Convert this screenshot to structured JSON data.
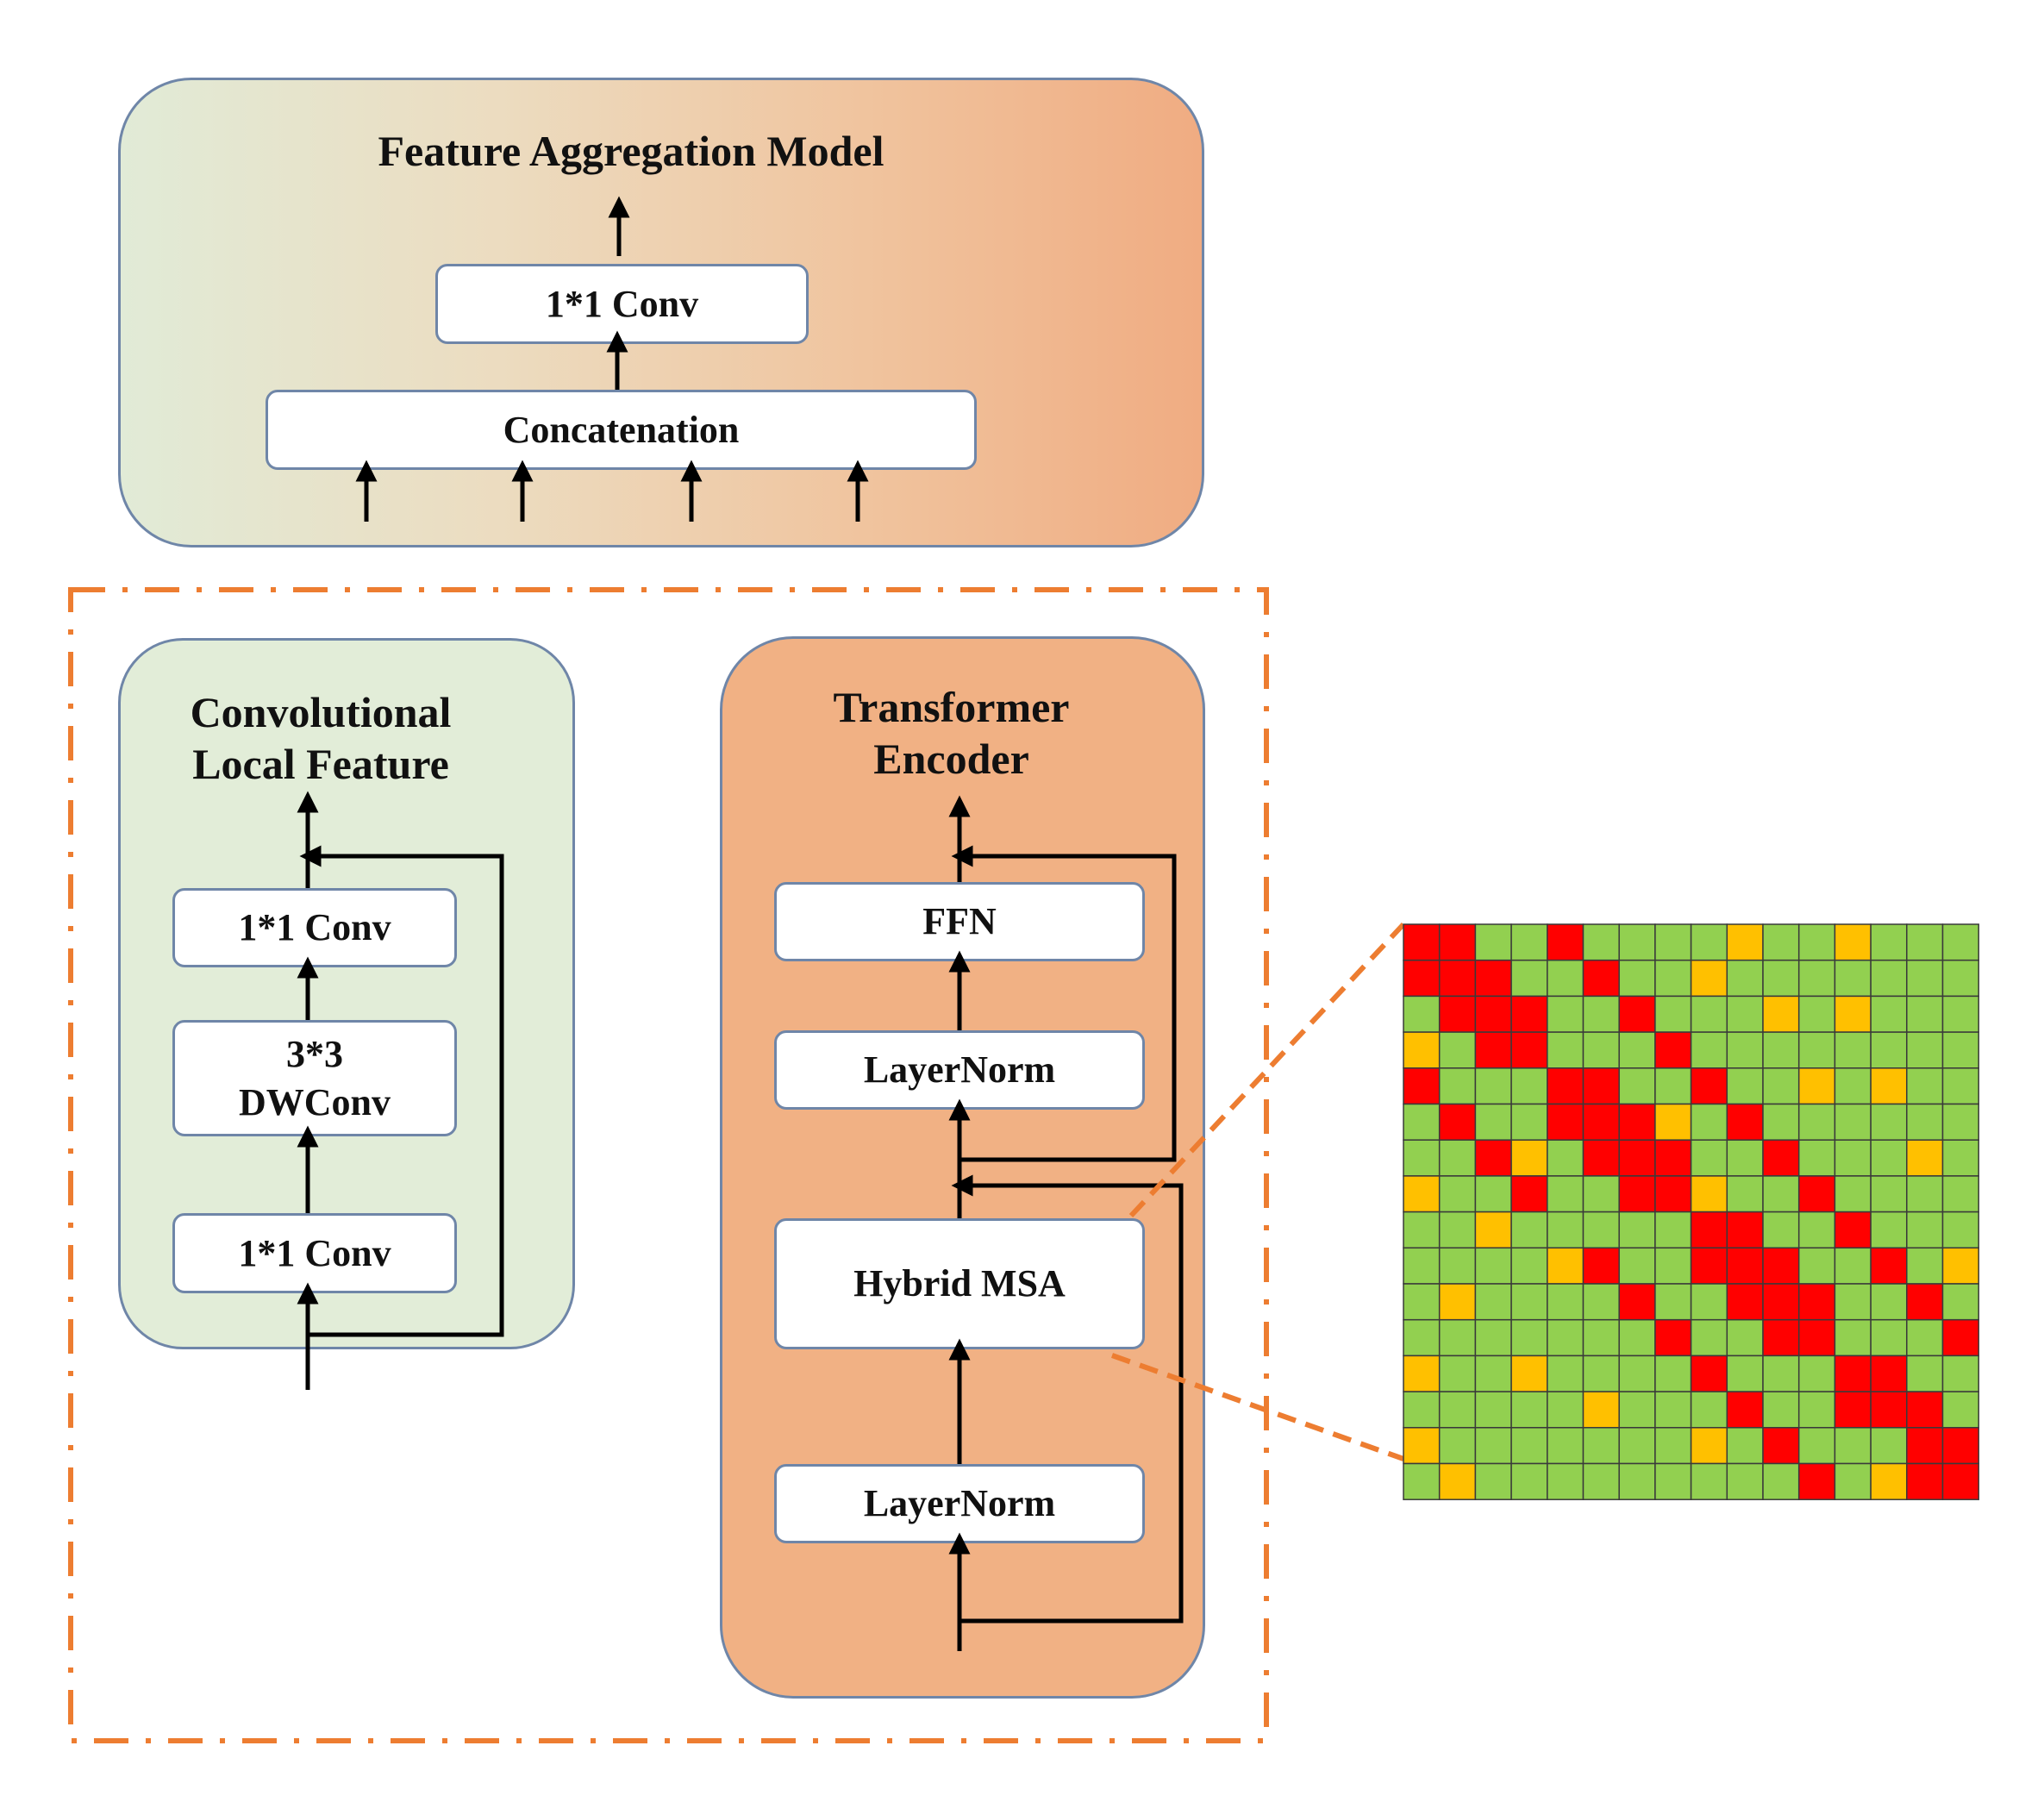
{
  "aggregation": {
    "title": "Feature Aggregation Model",
    "conv_label": "1*1 Conv",
    "concat_label": "Concatenation"
  },
  "conv_branch": {
    "title_line1": "Convolutional",
    "title_line2": "Local Feature",
    "top_conv_label": "1*1 Conv",
    "dwconv_line1": "3*3",
    "dwconv_line2": "DWConv",
    "bottom_conv_label": "1*1 Conv"
  },
  "transformer": {
    "title_line1": "Transformer",
    "title_line2": "Encoder",
    "ffn_label": "FFN",
    "norm_top_label": "LayerNorm",
    "msa_label": "Hybrid MSA",
    "norm_bottom_label": "LayerNorm"
  },
  "attention_grid": {
    "size": 16,
    "colors": {
      "empty": "#92d050",
      "diagonal": "#ff0000",
      "random": "#ffc000",
      "grid_line": "#3a3a3a"
    },
    "rows": [
      "RRGGRGGGGYGGYGGG",
      "RRRGGRGGYGGGGGGG",
      "GRRRGGRGGGYGYGGG",
      "YGRRGGGRGGGGGGGG",
      "RGGGRRGGRGGYGYGG",
      "GRGGRRRYGRGGGGGG",
      "GGRYGRRRGGRGGGYG",
      "YGGRGGRRYGGRGGGG",
      "GGYGGGGGRRGGRGGG",
      "GGGGYRGGRRRGGRGY",
      "GYGGGGRGGRRRGGRG",
      "GGGGGGGRGGRRGGGR",
      "YGGYGGGGRGGGRRGG",
      "GGGGGYGGGRGGRRRG",
      "YGGGGGGGYGRGGGRR",
      "GYGGGGGGGGGRGYRR"
    ]
  }
}
